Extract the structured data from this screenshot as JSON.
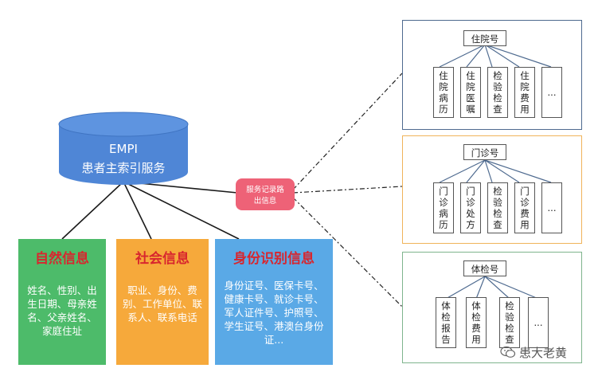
{
  "empi": {
    "line1": "EMPI",
    "line2": "患者主索引服务"
  },
  "service_badge": {
    "line1": "服务记录路",
    "line2": "出信息"
  },
  "boxes": {
    "natural": {
      "title": "自然信息",
      "text": "姓名、性别、出生日期、母亲姓名、父亲姓名、家庭住址",
      "color": "#4DBB6A"
    },
    "social": {
      "title": "社会信息",
      "text": "职业、身份、费别、工作单位、联系人、联系电话",
      "color": "#F6A93B"
    },
    "identity": {
      "title": "身份识别信息",
      "text": "身份证号、医保卡号、健康卡号、就诊卡号、军人证件号、护照号、学生证号、港澳台身份证...",
      "color": "#5AA9E6"
    }
  },
  "groups": [
    {
      "title": "住院号",
      "border": "#4E6A8F",
      "children": [
        "住院病历",
        "住院医嘱",
        "检验检查",
        "住院费用",
        "..."
      ]
    },
    {
      "title": "门诊号",
      "border": "#F0B35A",
      "children": [
        "门诊病历",
        "门诊处方",
        "检验检查",
        "门诊费用",
        "..."
      ]
    },
    {
      "title": "体检号",
      "border": "#7FB48D",
      "children": [
        "体检报告",
        "体检费用",
        "检验检查",
        "..."
      ]
    }
  ],
  "watermark": "患大老黄",
  "colors": {
    "cylinder": "#4F86D6",
    "badge": "#EE6277",
    "title_red": "#D8262E"
  }
}
